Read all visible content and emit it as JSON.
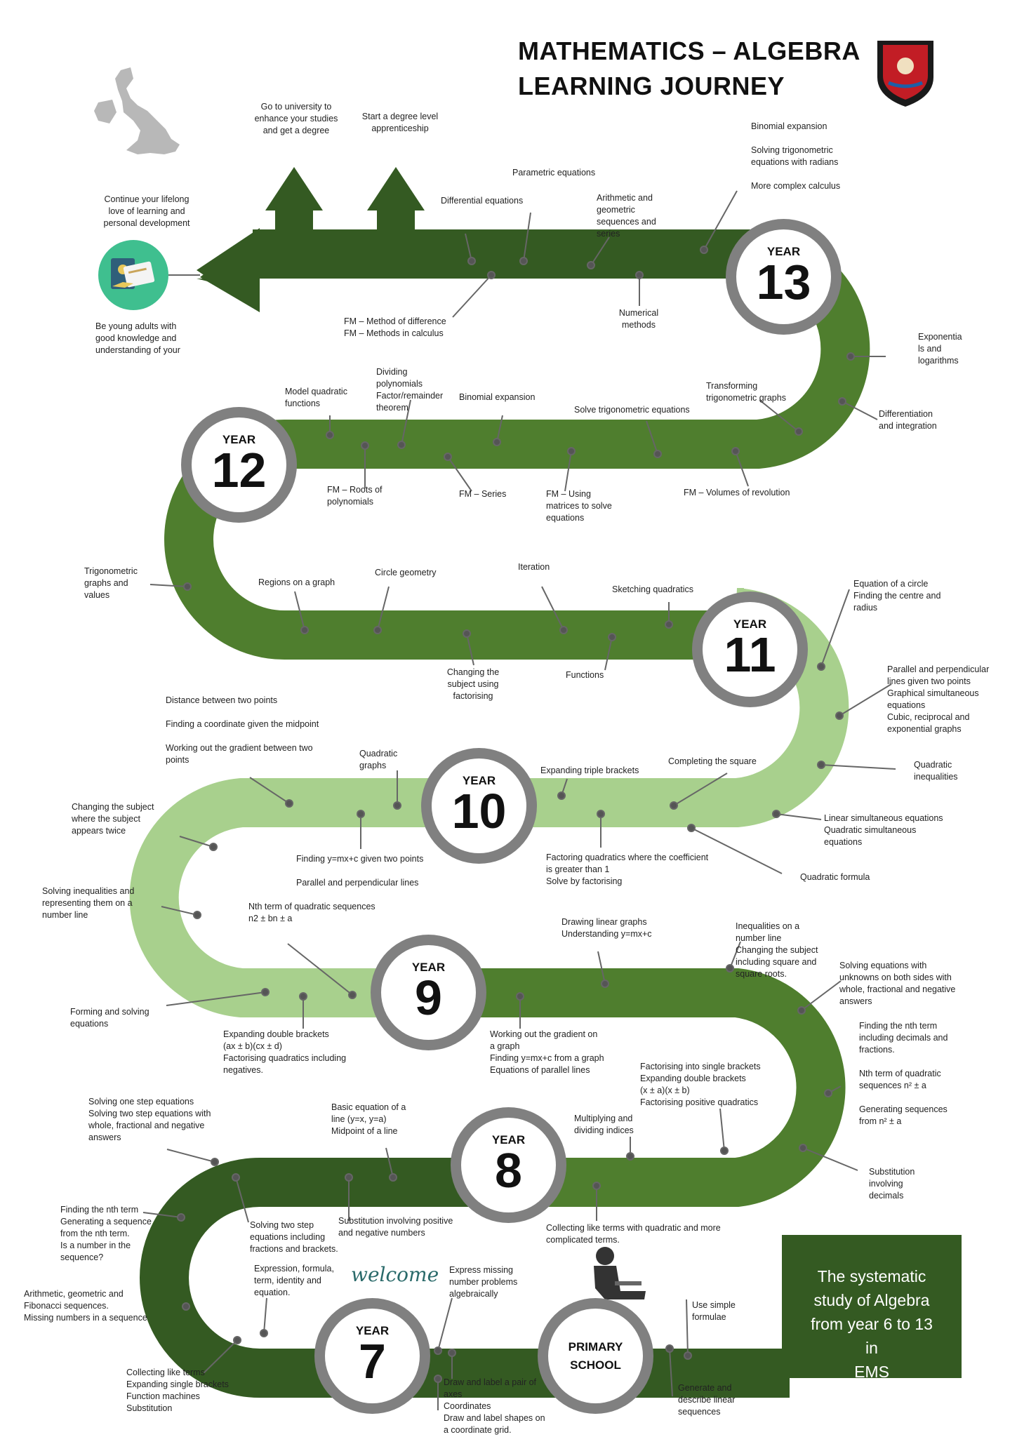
{
  "header": {
    "title_line1": "MATHEMATICS – ALGEBRA",
    "title_line2": "LEARNING JOURNEY",
    "crest_icon": "school-crest-icon",
    "map_icon": "uk-map-icon"
  },
  "colors": {
    "dark_green": "#345a22",
    "mid_green": "#4f7e2e",
    "light_green": "#a8d08d",
    "badge_ring": "#808080",
    "career_circle": "#3fbf8f"
  },
  "badges": {
    "y13": {
      "label": "YEAR",
      "number": "13"
    },
    "y12": {
      "label": "YEAR",
      "number": "12"
    },
    "y11": {
      "label": "YEAR",
      "number": "11"
    },
    "y10": {
      "label": "YEAR",
      "number": "10"
    },
    "y9": {
      "label": "YEAR",
      "number": "9"
    },
    "y8": {
      "label": "YEAR",
      "number": "8"
    },
    "y7": {
      "label": "YEAR",
      "number": "7"
    },
    "primary": {
      "line1": "PRIMARY",
      "line2": "SCHOOL"
    }
  },
  "futures": {
    "university": "Go to university to\nenhance your studies\nand get a degree",
    "apprenticeship": "Start a degree level\napprenticeship",
    "lifelong": "Continue your lifelong\nlove of learning and\npersonal development",
    "young_adults": "Be young adults with\ngood knowledge and\nunderstanding of your"
  },
  "year13": {
    "binomial": "Binomial expansion\n\nSolving trigonometric\nequations with radians\n\nMore complex calculus",
    "parametric": "Parametric equations",
    "differential": "Differential equations",
    "arithmetic": "Arithmetic and\ngeometric\nsequences and\nseries",
    "fm_method": "FM – Method of difference\nFM – Methods in calculus",
    "numerical": "Numerical\nmethods",
    "exponentials": "Exponentia\nls and\nlogarithms",
    "diff_int": "Differentiation\nand integration"
  },
  "year12": {
    "model_quadratic": "Model quadratic\nfunctions",
    "dividing": "Dividing\npolynomials\nFactor/remainder\ntheorem",
    "binomial": "Binomial expansion",
    "solve_trig": "Solve trigonometric equations",
    "transforming": "Transforming\ntrigonometric graphs",
    "fm_roots": "FM – Roots of\npolynomials",
    "fm_series": "FM – Series",
    "fm_matrices": "FM – Using\nmatrices to solve\nequations",
    "fm_volumes": "FM – Volumes of revolution",
    "trig_graphs": "Trigonometric\ngraphs and\nvalues"
  },
  "year11": {
    "regions": "Regions on a graph",
    "circle_geometry": "Circle geometry",
    "iteration": "Iteration",
    "sketching": "Sketching quadratics",
    "equation_circle": "Equation of a circle\nFinding the centre and\nradius",
    "changing_subject": "Changing the\nsubject using\nfactorising",
    "functions": "Functions",
    "parallel_perp": "Parallel and perpendicular\nlines given two points\nGraphical simultaneous\nequations\nCubic, reciprocal and\nexponential graphs",
    "quad_inequalities": "Quadratic\ninequalities",
    "linear_simultaneous": "Linear simultaneous equations\nQuadratic simultaneous\nequations",
    "quadratic_formula": "Quadratic formula"
  },
  "year10": {
    "distance": "Distance between two points\n\nFinding a coordinate given the midpoint\n\nWorking out the gradient between two\npoints",
    "quadratic_graphs": "Quadratic\ngraphs",
    "triple_brackets": "Expanding triple brackets",
    "completing_square": "Completing the square",
    "subject_twice": "Changing the subject\nwhere the subject\nappears twice",
    "finding_y": "Finding y=mx+c given two points\n\nParallel and perpendicular lines",
    "factoring": "Factoring quadratics where the coefficient\nis greater than 1\nSolve by factorising",
    "inequalities_line": "Solving inequalities and\nrepresenting them on a\nnumber line"
  },
  "year9": {
    "nth_quadratic": "Nth term of quadratic sequences\nn2 ± bn ± a",
    "drawing_linear": "Drawing linear graphs\nUnderstanding y=mx+c",
    "inequalities_subject": "Inequalities on a\nnumber line\nChanging the subject\nincluding square and\nsquare roots.",
    "unknowns_both_sides": "Solving equations with\nunknowns on both sides with\nwhole, fractional and negative\nanswers",
    "forming": "Forming and solving\nequations",
    "double_brackets": "Expanding double brackets\n(ax ± b)(cx ± d)\nFactorising quadratics including\nnegatives.",
    "gradient_graph": "Working out the gradient on\na graph\nFinding y=mx+c from a graph\nEquations of parallel lines",
    "nth_decimals": "Finding the nth term\nincluding decimals and\nfractions.\n\nNth term of quadratic\nsequences n² ± a\n\nGenerating sequences\nfrom n² ± a"
  },
  "year8": {
    "single_brackets": "Factorising into single brackets\nExpanding double brackets\n(x ± a)(x ± b)\nFactorising positive quadratics",
    "basic_line": "Basic equation of a\nline (y=x, y=a)\nMidpoint of a line",
    "indices": "Multiplying and\ndividing indices",
    "one_step": "Solving one step equations\nSolving two step equations with\nwhole, fractional and negative\nanswers",
    "substitution_decimals": "Substitution\ninvolving\ndecimals",
    "two_step": "Solving two step\nequations including\nfractions and brackets.",
    "substitution_positive": "Substitution involving positive\nand negative numbers",
    "like_terms_quadratic": "Collecting like terms with quadratic and more\ncomplicated terms.",
    "nth_term": "Finding the nth term\nGenerating a sequence\nfrom the nth term.\nIs a number in the\nsequence?"
  },
  "year7": {
    "expression": "Expression, formula,\nterm, identity and\nequation.",
    "welcome": "welcome",
    "express_missing": "Express missing\nnumber problems\nalgebraically",
    "arithmetic_sequences": "Arithmetic, geometric and\nFibonacci sequences.\nMissing numbers in a sequence",
    "collecting": "Collecting like terms\nExpanding single brackets\nFunction machines\nSubstitution",
    "axes": "Draw and label a pair of\naxes\nCoordinates\nDraw and label shapes on\na coordinate grid."
  },
  "primary": {
    "simple_formulae": "Use simple\nformulae",
    "linear_sequences": "Generate and\ndescribe linear\nsequences",
    "student_icon": "student-reading-icon"
  },
  "summary": {
    "line1": "The systematic",
    "line2": "study of Algebra",
    "line3": "from year 6 to 13",
    "line4": "in",
    "line5": "EMS"
  }
}
